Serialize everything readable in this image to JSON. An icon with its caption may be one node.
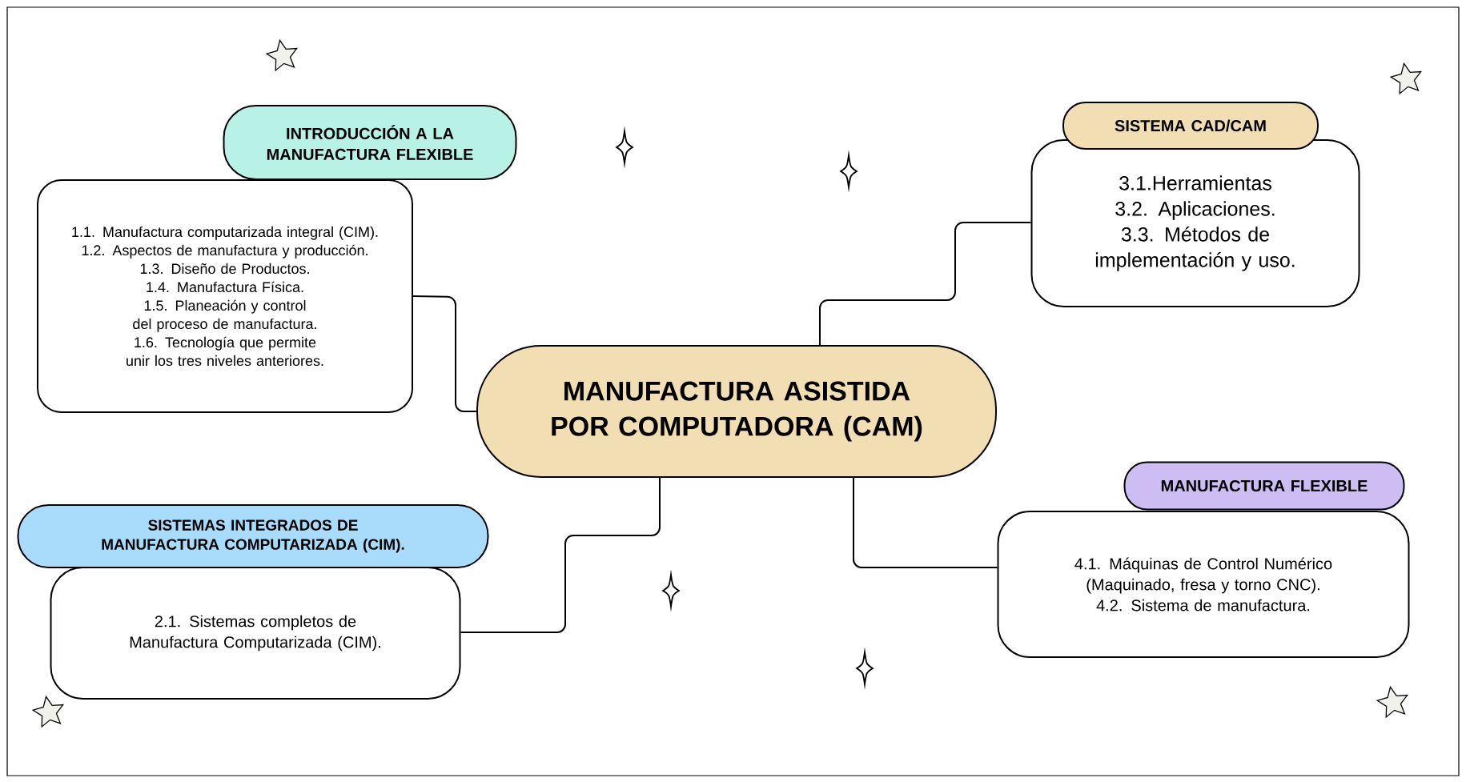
{
  "diagram": {
    "nodes": [
      {
        "text": [
          "INTRODUCCIÓN A LA MANUFACTURA FLEXIBLE"
        ]
      },
      {
        "text": [
          "1.1. Manufactura computarizada integral (CIM).",
          "1.2. Aspectos de manufactura y producción.",
          "1.3. Diseño de Productos.",
          "1.4. Manufactura Física.",
          "1.5. Planeación y control del proceso de manufactura.",
          "1.6. Tecnología que permite unir los tres niveles anteriores."
        ]
      },
      {
        "text": [
          "SISTEMA CAD/CAM"
        ]
      },
      {
        "text": [
          "3.1.Herramientas",
          "3.2. Aplicaciones.",
          "3.3. Métodos de implementación y uso."
        ]
      },
      {
        "text": [
          "MANUFACTURA ASISTIDA POR COMPUTADORA (CAM)"
        ]
      },
      {
        "text": [
          "SISTEMAS INTEGRADOS DE MANUFACTURA COMPUTARIZADA (CIM)."
        ]
      },
      {
        "text": [
          "2.1. Sistemas completos de Manufactura Computarizada (CIM)."
        ]
      },
      {
        "text": [
          "MANUFACTURA FLEXIBLE"
        ]
      },
      {
        "text": [
          "4.1. Máquinas de Control Numérico (Maquinado, fresa y torno CNC).",
          "4.2. Sistema de manufactura."
        ]
      }
    ],
    "edges": [
      {
        "from": 4,
        "to": 1,
        "arrow": "none"
      },
      {
        "from": 4,
        "to": 3,
        "arrow": "none"
      },
      {
        "from": 4,
        "to": 6,
        "arrow": "none"
      },
      {
        "from": 4,
        "to": 8,
        "arrow": "none"
      }
    ]
  }
}
